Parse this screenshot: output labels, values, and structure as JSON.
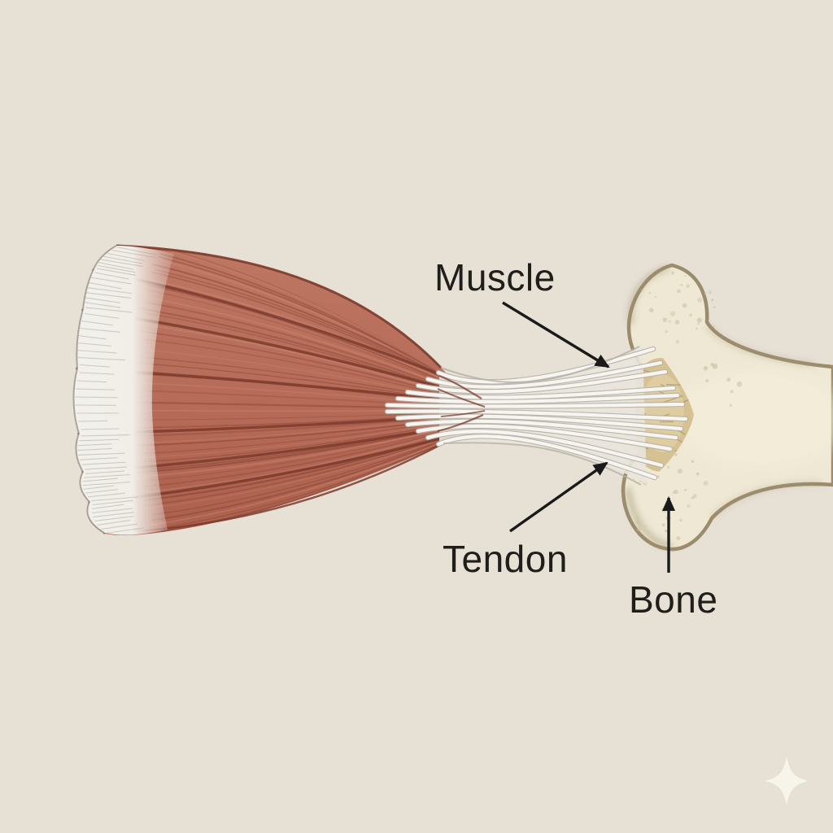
{
  "figure": {
    "type": "anatomical-diagram",
    "subject": "muscle-tendon-bone attachment",
    "labels": {
      "muscle": "Muscle",
      "tendon": "Tendon",
      "bone": "Bone"
    },
    "icons": {
      "sparkle": "sparkle-watermark-icon"
    },
    "colors": {
      "background": "#e7e0d5",
      "ink": "#201e1b",
      "muscle_fill": "#b96e59",
      "muscle_dark": "#7c392a",
      "muscle_light": "#d18d77",
      "cap_white": "#f3f1ec",
      "cap_line": "#a9a49b",
      "tendon_white": "#f7f5f1",
      "tendon_shadow": "#b7b1a6",
      "tendon_band": "#e9e5dd",
      "bone_fill": "#eee8d4",
      "bone_outline": "#9b8d6c",
      "bone_speckle": "#cabfa0",
      "bone_highlight": "#f6f0de",
      "patch_fill": "#d6c193",
      "patch_line": "#aa8b5e",
      "arrow": "#1a1a1a",
      "sparkle": "#f8f4ea"
    }
  }
}
